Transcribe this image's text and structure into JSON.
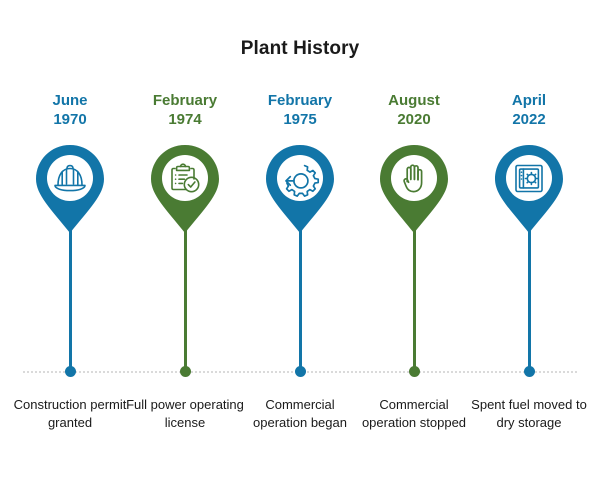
{
  "title": "Plant History",
  "colors": {
    "blue": "#1275A8",
    "green": "#4A7B33",
    "text": "#1a1a1a",
    "baseline_dots": "#b9b9b9",
    "pin_inner": "#ffffff"
  },
  "baseline": {
    "style": "dotted"
  },
  "events": [
    {
      "month": "June",
      "year": "1970",
      "caption": "Construction permit granted",
      "color": "blue",
      "icon": "hard-hat-icon"
    },
    {
      "month": "February",
      "year": "1974",
      "caption": "Full power operating license",
      "color": "green",
      "icon": "clipboard-check-icon"
    },
    {
      "month": "February",
      "year": "1975",
      "caption": "Commercial operation began",
      "color": "blue",
      "icon": "gear-arrow-icon"
    },
    {
      "month": "August",
      "year": "2020",
      "caption": "Commercial operation stopped",
      "color": "green",
      "icon": "stop-hand-icon"
    },
    {
      "month": "April",
      "year": "2022",
      "caption": "Spent fuel moved to dry storage",
      "color": "blue",
      "icon": "safe-vault-icon"
    }
  ]
}
